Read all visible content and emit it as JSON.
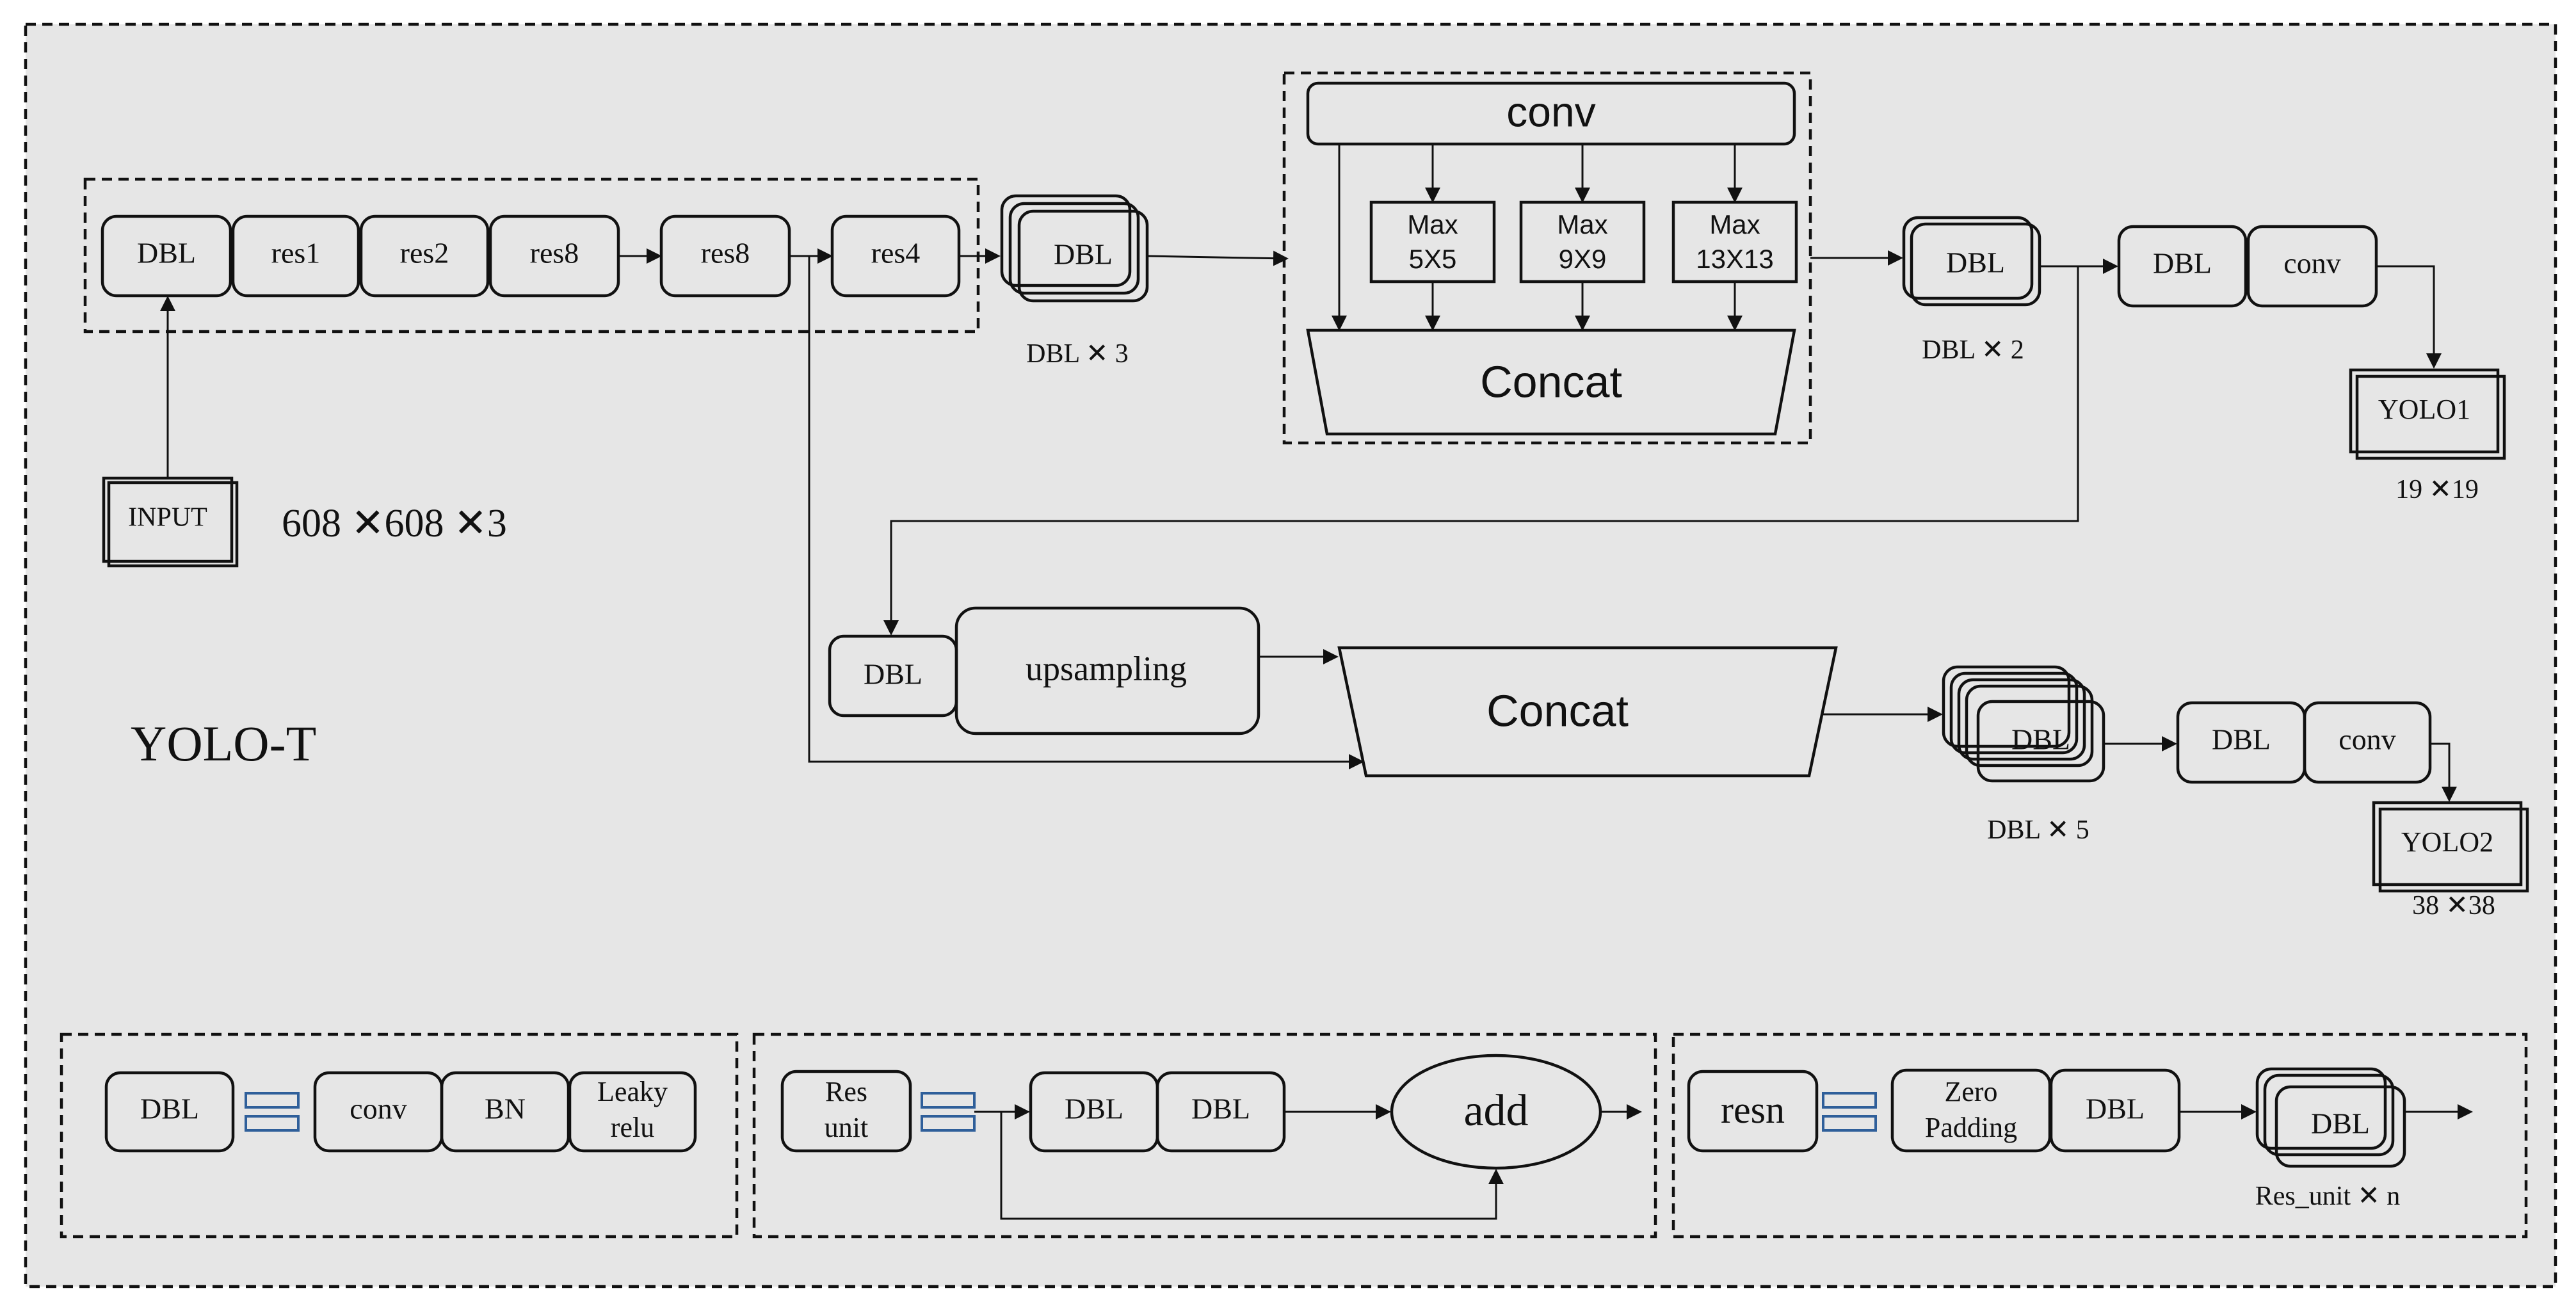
{
  "colors": {
    "background": "#e6e6e6",
    "stroke": "#111111",
    "equals_icon": "#2f5f9a"
  },
  "backbone": {
    "dbl": "DBL",
    "res1": "res1",
    "res2": "res2",
    "res8a": "res8",
    "res8b": "res8",
    "res4": "res4",
    "stack_label": "DBL",
    "stack_caption": "DBL ✕ 3"
  },
  "input": {
    "label": "INPUT",
    "size": "608 ✕608 ✕3"
  },
  "title": "YOLO-T",
  "spp": {
    "conv": "conv",
    "pools": [
      [
        "Max",
        "5X5"
      ],
      [
        "Max",
        "9X9"
      ],
      [
        "Max",
        "13X13"
      ]
    ],
    "concat": "Concat"
  },
  "head1": {
    "stack_label": "DBL",
    "stack_caption": "DBL ✕ 2",
    "dbl": "DBL",
    "conv": "conv",
    "output": "YOLO1",
    "output_size": "19 ✕19"
  },
  "neck": {
    "dbl": "DBL",
    "upsampling": "upsampling",
    "concat": "Concat"
  },
  "head2": {
    "stack_label": "DBL",
    "stack_caption": "DBL ✕ 5",
    "dbl": "DBL",
    "conv": "conv",
    "output": "YOLO2",
    "output_size": "38 ✕38"
  },
  "legend_dbl": {
    "dbl": "DBL",
    "conv": "conv",
    "bn": "BN",
    "leaky": [
      "Leaky",
      "relu"
    ]
  },
  "legend_res_unit": {
    "res_unit": [
      "Res",
      "unit"
    ],
    "dbl1": "DBL",
    "dbl2": "DBL",
    "add": "add"
  },
  "legend_resn": {
    "resn": "resn",
    "zero_padding": [
      "Zero",
      "Padding"
    ],
    "dbl": "DBL",
    "stack_label": "DBL",
    "stack_caption": "Res_unit ✕  n"
  }
}
